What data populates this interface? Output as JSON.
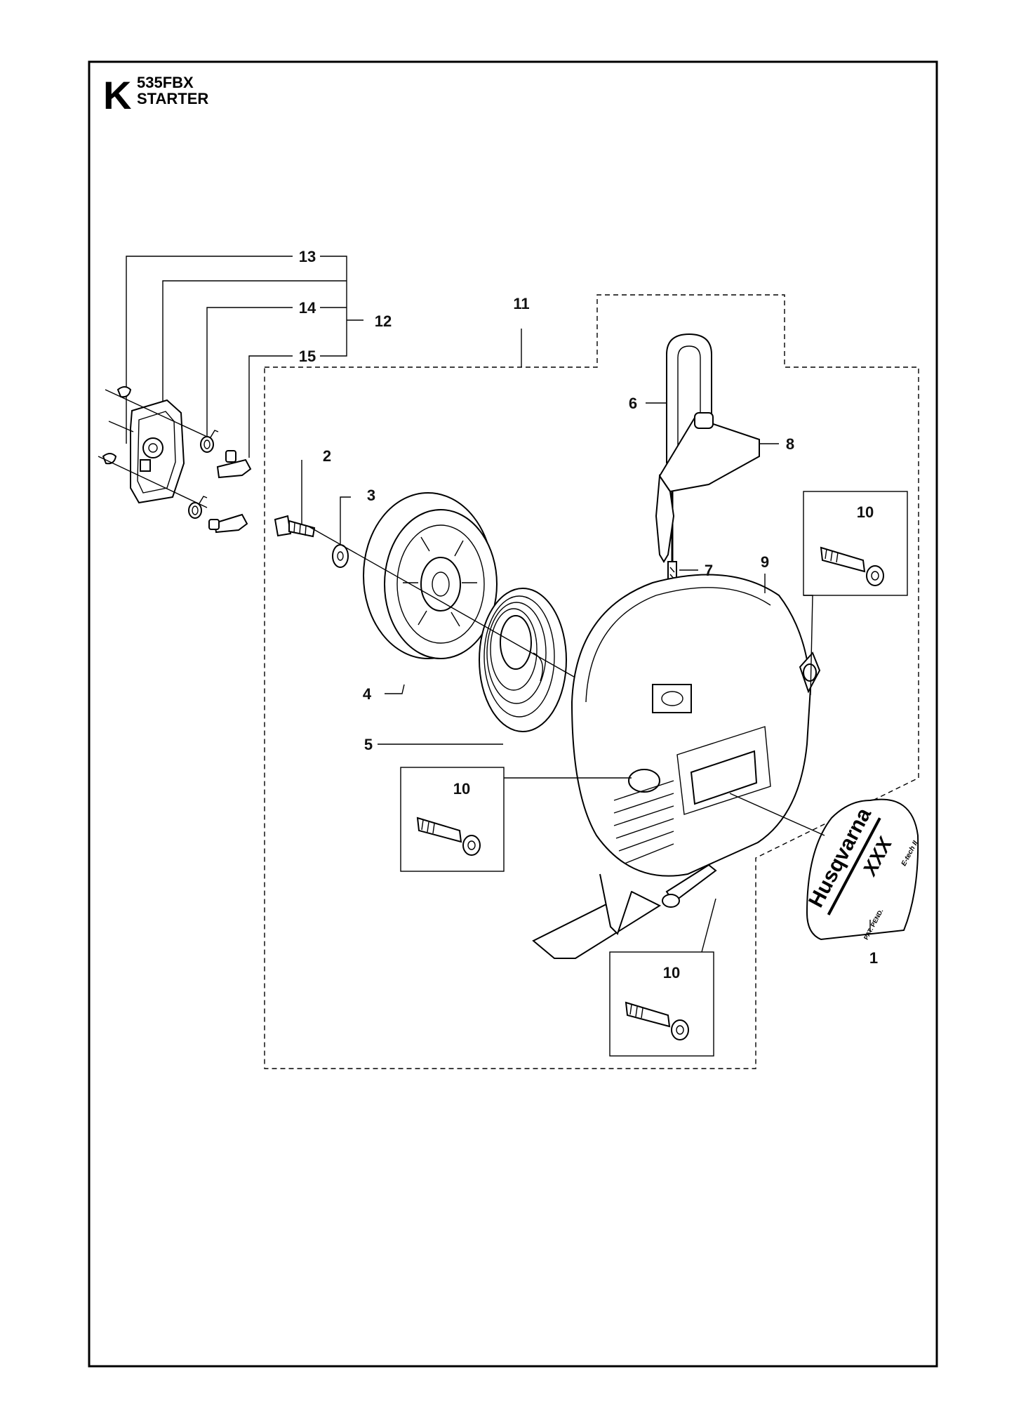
{
  "header": {
    "section_letter": "K",
    "model": "535FBX",
    "assembly": "STARTER"
  },
  "callouts": {
    "c1": "1",
    "c2": "2",
    "c3": "3",
    "c4": "4",
    "c5": "5",
    "c6": "6",
    "c7": "7",
    "c8": "8",
    "c9": "9",
    "c10a": "10",
    "c10b": "10",
    "c10c": "10",
    "c11": "11",
    "c12": "12",
    "c13": "13",
    "c14": "14",
    "c15": "15"
  },
  "decal": {
    "brand": "Husqvarna",
    "model_mark": "XXX",
    "small_left": "PAT. PEND.",
    "small_right": "E-tech II"
  }
}
